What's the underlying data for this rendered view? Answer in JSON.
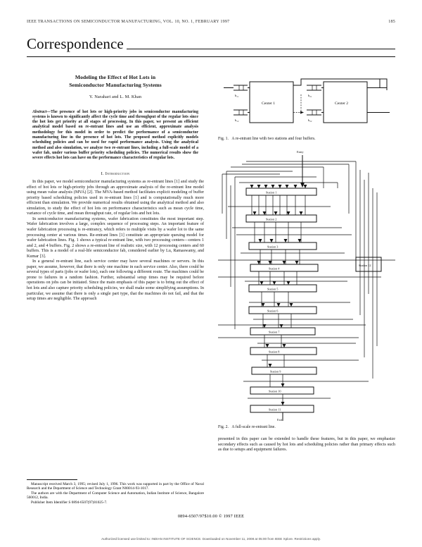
{
  "running_head": {
    "journal": "IEEE TRANSACTIONS ON SEMICONDUCTOR MANUFACTURING, VOL. 10, NO. 1, FEBRUARY 1997",
    "page_number": "185"
  },
  "banner": {
    "section_title": "Correspondence"
  },
  "article": {
    "title_line1": "Modeling the Effect of Hot Lots in",
    "title_line2": "Semiconductor Manufacturing Systems",
    "authors": "Y. Narahari and L. M. Khan",
    "abstract_lead": "Abstract—",
    "abstract": "The presence of hot lots or high-priority jobs in semiconductor manufacturing systems is known to significantly affect the cycle time and throughput of the regular lots since the hot lots get priority at all stages of processing. In this paper, we present an efficient analytical model based on re-entrant lines and use an efficient, approximate analysis methodology for this model in order to predict the performance of a semiconductor manufacturing line in the presence of hot lots. The proposed method explicitly models scheduling policies and can be used for rapid performance analysis. Using the analytical method and also simulation, we analyze two re-entrant lines, including a full-scale model of a wafer fab, under various buffer priority scheduling policies. The numerical results show the severe effects hot lots can have on the performance characteristics of regular lots."
  },
  "sections": [
    {
      "heading": "I.  Introduction",
      "paragraphs": [
        "In this paper, we model semiconductor manufacturing systems as re-entrant lines [1] and study the effect of hot lots or high-priority jobs through an approximate analysis of the re-entrant line model using mean value analysis (MVA) [2]. The MVA-based method facilitates explicit modeling of buffer priority based scheduling policies used in re-entrant lines [1] and is computationally much more efficient than simulation. We provide numerical results obtained using the analytical method and also simulation, to study the effect of hot lots on performance characteristics such as mean cycle time, variance of cycle time, and mean throughput rate, of regular lots and hot lots.",
        "In semiconductor manufacturing systems, wafer fabrication constitutes the most important step. Wafer fabrication involves a large, complex sequence of processing steps. An important feature of wafer fabrication processing is re-entrancy, which refers to multiple visits by a wafer lot to the same processing center at various times. Re-entrant lines [1] constitute an appropriate queuing model for wafer fabrication lines. Fig. 1 shows a typical re-entrant line, with two processing centers—centers 1 and 2, and 4 buffers. Fig. 2 shows a re-entrant line of realistic size, with 12 processing centers and 60 buffers. This is a model of a real-life semiconductor fab, considered earlier by Lu, Ramaswamy, and Kumar [3].",
        "In a general re-entrant line, each service center may have several machines or servers. In this paper, we assume, however, that there is only one machine in each service center. Also, there could be several types of parts (jobs or wafer lots), each one following a different route. The machines could be prone to failures in a random fashion. Further, substantial setup times may be required before operations on jobs can be initiated. Since the main emphasis of this paper is to bring out the effect of hot lots and also capture priority scheduling policies, we shall make some simplifying assumptions. In particular, we assume that there is only a single part type, that the machines do not fail, and that the setup times are negligible. The approach"
      ]
    }
  ],
  "right_column": {
    "continuation": "presented in this paper can be extended to handle these features, but in this paper, we emphasize secondary effects such as caused by hot lots and scheduling policies rather than primary effects such as due to setups and equipment failures."
  },
  "figures": [
    {
      "label": "Fig. 1.",
      "caption": "A re-entrant line with two stations and four buffers.",
      "center_labels": [
        "Center 1",
        "Center 2"
      ],
      "buffer_labels": [
        "b₁₁",
        "b₁₂",
        "b₂₁",
        "b₂₂"
      ]
    },
    {
      "label": "Fig. 2.",
      "caption": "A full-scale re-entrant line.",
      "entry_label": "Entry",
      "exit_label": "Exit",
      "station_labels": [
        "Station 1",
        "Station 2",
        "Station 3",
        "Station 4",
        "Station 5",
        "Station 6",
        "Station 7",
        "Station 8",
        "Station 9",
        "Station 10",
        "Station 11",
        "Station 12"
      ]
    }
  ],
  "footnote": {
    "manuscript": "Manuscript received March 3, 1995; revised July 1, 1996. This work was supported in part by the Office of Naval Research and the Department of Science and Technology Grant N00014-93-1017.",
    "affiliation": "The authors are with the Department of Computer Science and Automation, Indian Institute of Science, Bangalore 560012, India.",
    "publisher_item": "Publisher Item Identifier S 0894-6507(97)01025-7."
  },
  "footer": {
    "copyright": "0894-6507/97$10.00 © 1997 IEEE",
    "download_notice": "Authorized licensed use limited to: INDIAN INSTITUTE OF SCIENCE. Downloaded on November 11, 2008 at 05:00 from IEEE Xplore.  Restrictions apply."
  }
}
